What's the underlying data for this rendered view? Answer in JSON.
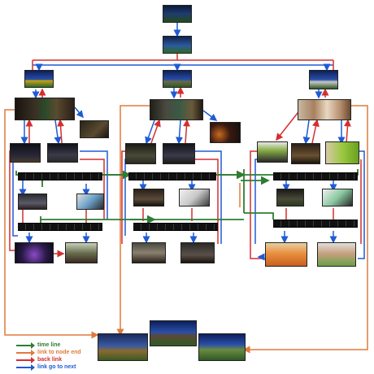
{
  "legend": {
    "items": [
      {
        "label": "time line",
        "color": "#2e7d32"
      },
      {
        "label": "link to node end",
        "color": "#e07a3c"
      },
      {
        "label": "back link",
        "color": "#d32f2f"
      },
      {
        "label": "link go to next",
        "color": "#1e5bd6"
      }
    ]
  },
  "colors": {
    "timeline": "#2e7d32",
    "node_end": "#e07a3c",
    "back_link": "#d32f2f",
    "go_next": "#1e5bd6"
  }
}
